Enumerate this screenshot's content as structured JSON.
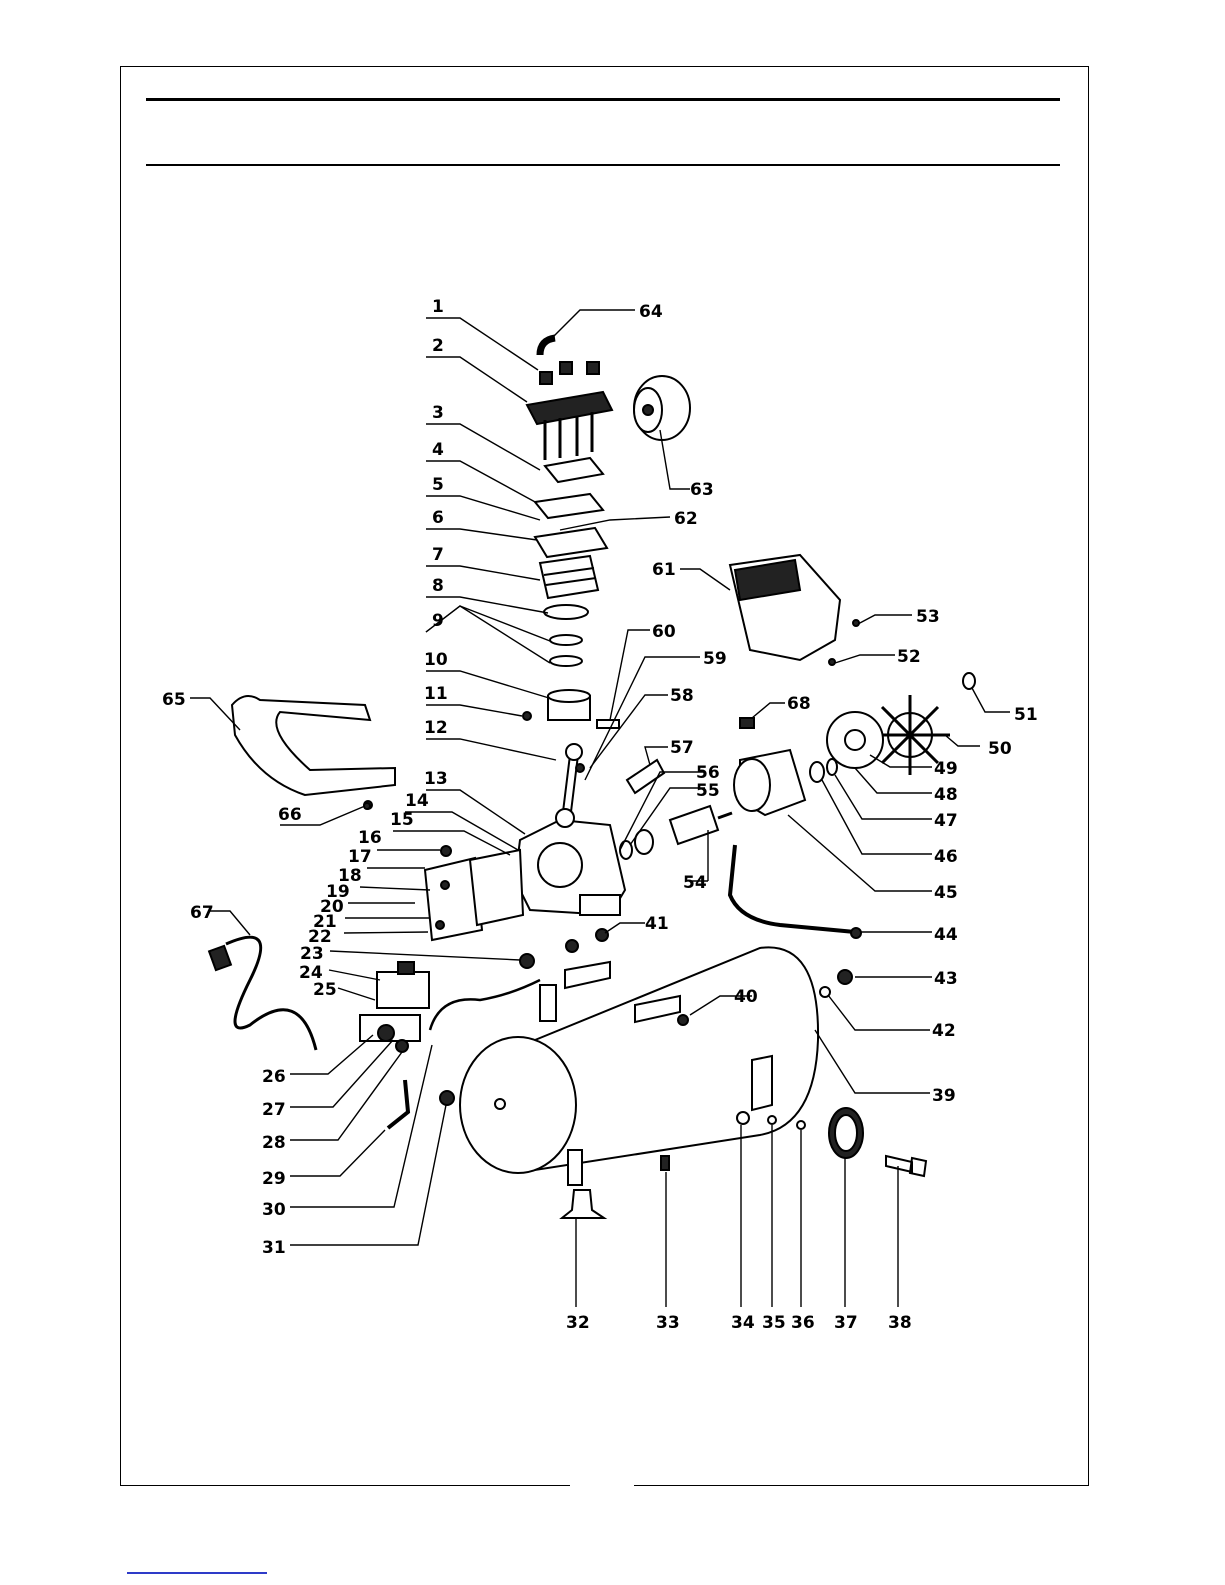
{
  "part_numbers": [
    "1",
    "2",
    "3",
    "4",
    "5",
    "6",
    "7",
    "8",
    "9",
    "10",
    "11",
    "12",
    "13",
    "14",
    "15",
    "16",
    "17",
    "18",
    "19",
    "20",
    "21",
    "22",
    "23",
    "24",
    "25",
    "26",
    "27",
    "28",
    "29",
    "30",
    "31",
    "32",
    "33",
    "34",
    "35",
    "36",
    "37",
    "38",
    "39",
    "40",
    "41",
    "42",
    "43",
    "44",
    "45",
    "46",
    "47",
    "48",
    "49",
    "50",
    "51",
    "52",
    "53",
    "54",
    "55",
    "56",
    "57",
    "58",
    "59",
    "60",
    "61",
    "62",
    "63",
    "64",
    "65",
    "66",
    "67",
    "68"
  ]
}
